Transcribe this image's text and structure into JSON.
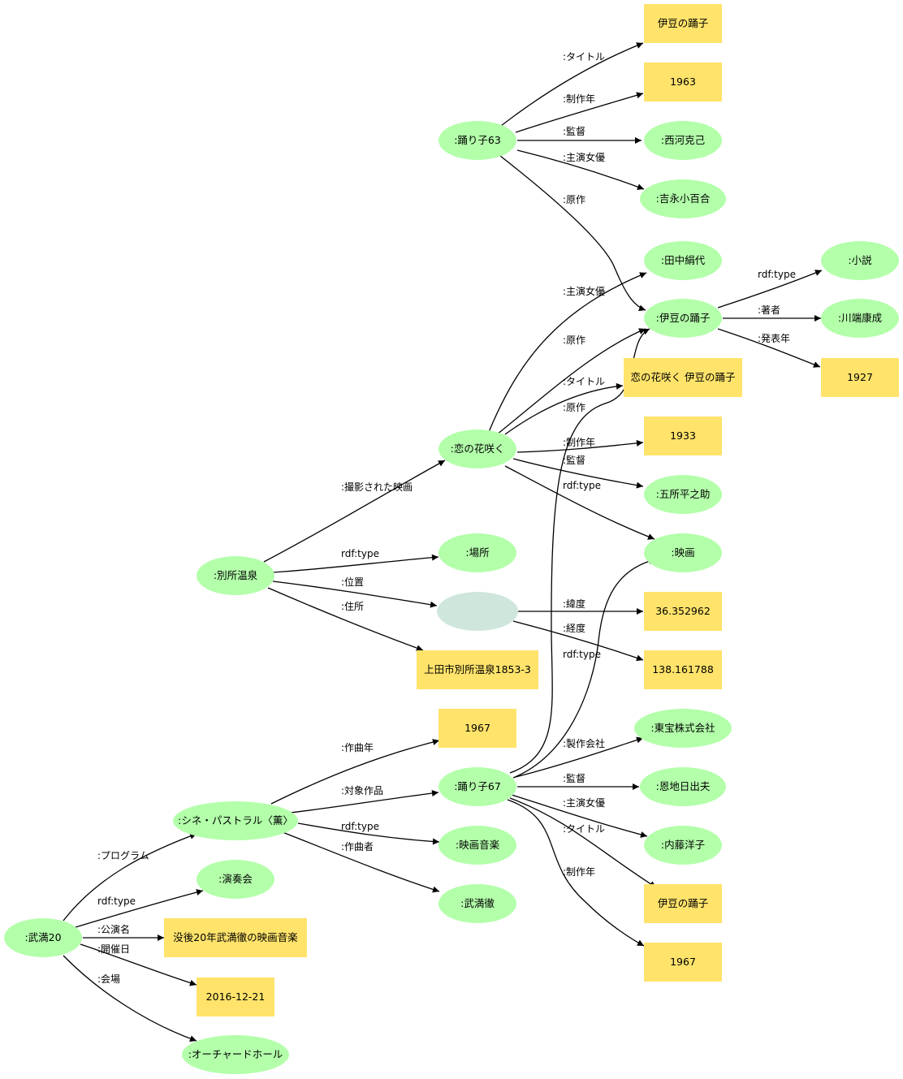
{
  "nodes": [
    {
      "id": "odoriko63",
      "label": ":踊り子63",
      "shape": "ellipse"
    },
    {
      "id": "izu_title63",
      "label": "伊豆の踊子",
      "shape": "box"
    },
    {
      "id": "y1963",
      "label": "1963",
      "shape": "box"
    },
    {
      "id": "nishikawa",
      "label": ":西河克己",
      "shape": "ellipse"
    },
    {
      "id": "yoshinaga",
      "label": ":吉永小百合",
      "shape": "ellipse"
    },
    {
      "id": "tanaka",
      "label": ":田中絹代",
      "shape": "ellipse"
    },
    {
      "id": "izu",
      "label": ":伊豆の踊子",
      "shape": "ellipse"
    },
    {
      "id": "shosetsu",
      "label": ":小説",
      "shape": "ellipse"
    },
    {
      "id": "kawabata",
      "label": ":川端康成",
      "shape": "ellipse"
    },
    {
      "id": "y1927",
      "label": "1927",
      "shape": "box"
    },
    {
      "id": "koinohana_title",
      "label": "恋の花咲く 伊豆の踊子",
      "shape": "box"
    },
    {
      "id": "koinohana",
      "label": ":恋の花咲く",
      "shape": "ellipse"
    },
    {
      "id": "y1933",
      "label": "1933",
      "shape": "box"
    },
    {
      "id": "gosho",
      "label": ":五所平之助",
      "shape": "ellipse"
    },
    {
      "id": "eiga",
      "label": ":映画",
      "shape": "ellipse"
    },
    {
      "id": "bessho",
      "label": ":別所温泉",
      "shape": "ellipse"
    },
    {
      "id": "basho",
      "label": ":場所",
      "shape": "ellipse"
    },
    {
      "id": "blank",
      "label": "",
      "shape": "blank"
    },
    {
      "id": "lat",
      "label": "36.352962",
      "shape": "box"
    },
    {
      "id": "lon",
      "label": "138.161788",
      "shape": "box"
    },
    {
      "id": "address",
      "label": "上田市別所温泉1853-3",
      "shape": "box"
    },
    {
      "id": "y1967a",
      "label": "1967",
      "shape": "box"
    },
    {
      "id": "toho",
      "label": ":東宝株式会社",
      "shape": "ellipse"
    },
    {
      "id": "cine",
      "label": ":シネ・パストラル〈薫〉",
      "shape": "ellipse"
    },
    {
      "id": "odoriko67",
      "label": ":踊り子67",
      "shape": "ellipse"
    },
    {
      "id": "onchi",
      "label": ":恩地日出夫",
      "shape": "ellipse"
    },
    {
      "id": "eigaongaku",
      "label": ":映画音楽",
      "shape": "ellipse"
    },
    {
      "id": "naito",
      "label": ":内藤洋子",
      "shape": "ellipse"
    },
    {
      "id": "takemitsu",
      "label": ":武満徹",
      "shape": "ellipse"
    },
    {
      "id": "izu_title67",
      "label": "伊豆の踊子",
      "shape": "box"
    },
    {
      "id": "ensokai",
      "label": ":演奏会",
      "shape": "ellipse"
    },
    {
      "id": "takemitsu20",
      "label": ":武満20",
      "shape": "ellipse"
    },
    {
      "id": "kouenmei",
      "label": "没後20年武満徹の映画音楽",
      "shape": "box"
    },
    {
      "id": "y1967b",
      "label": "1967",
      "shape": "box"
    },
    {
      "id": "date",
      "label": "2016-12-21",
      "shape": "box"
    },
    {
      "id": "hall",
      "label": ":オーチャードホール",
      "shape": "ellipse"
    }
  ],
  "edges": [
    {
      "from": "odoriko63",
      "to": "izu_title63",
      "label": ":タイトル"
    },
    {
      "from": "odoriko63",
      "to": "y1963",
      "label": ":制作年"
    },
    {
      "from": "odoriko63",
      "to": "nishikawa",
      "label": ":監督"
    },
    {
      "from": "odoriko63",
      "to": "yoshinaga",
      "label": ":主演女優"
    },
    {
      "from": "odoriko63",
      "to": "izu",
      "label": ":原作"
    },
    {
      "from": "izu",
      "to": "shosetsu",
      "label": "rdf:type"
    },
    {
      "from": "izu",
      "to": "kawabata",
      "label": ":著者"
    },
    {
      "from": "izu",
      "to": "y1927",
      "label": ":発表年"
    },
    {
      "from": "koinohana",
      "to": "tanaka",
      "label": ":主演女優"
    },
    {
      "from": "koinohana",
      "to": "izu",
      "label": ":原作"
    },
    {
      "from": "koinohana",
      "to": "koinohana_title",
      "label": ":タイトル"
    },
    {
      "from": "koinohana",
      "to": "y1933",
      "label": ":制作年"
    },
    {
      "from": "koinohana",
      "to": "gosho",
      "label": ":監督"
    },
    {
      "from": "koinohana",
      "to": "eiga",
      "label": "rdf:type"
    },
    {
      "from": "odoriko67",
      "to": "izu",
      "label": ":原作"
    },
    {
      "from": "odoriko67",
      "to": "eiga",
      "label": "rdf:type"
    },
    {
      "from": "bessho",
      "to": "koinohana",
      "label": ":撮影された映画"
    },
    {
      "from": "bessho",
      "to": "basho",
      "label": "rdf:type"
    },
    {
      "from": "bessho",
      "to": "blank",
      "label": ":位置"
    },
    {
      "from": "bessho",
      "to": "address",
      "label": ":住所"
    },
    {
      "from": "blank",
      "to": "lat",
      "label": ":緯度"
    },
    {
      "from": "blank",
      "to": "lon",
      "label": ":経度"
    },
    {
      "from": "odoriko67",
      "to": "toho",
      "label": ":製作会社"
    },
    {
      "from": "odoriko67",
      "to": "onchi",
      "label": ":監督"
    },
    {
      "from": "odoriko67",
      "to": "naito",
      "label": ":主演女優"
    },
    {
      "from": "odoriko67",
      "to": "izu_title67",
      "label": ":タイトル"
    },
    {
      "from": "odoriko67",
      "to": "y1967b",
      "label": ":制作年"
    },
    {
      "from": "cine",
      "to": "y1967a",
      "label": ":作曲年"
    },
    {
      "from": "cine",
      "to": "odoriko67",
      "label": ":対象作品"
    },
    {
      "from": "cine",
      "to": "eigaongaku",
      "label": "rdf:type"
    },
    {
      "from": "cine",
      "to": "takemitsu",
      "label": ":作曲者"
    },
    {
      "from": "takemitsu20",
      "to": "cine",
      "label": ":プログラム"
    },
    {
      "from": "takemitsu20",
      "to": "ensokai",
      "label": "rdf:type"
    },
    {
      "from": "takemitsu20",
      "to": "kouenmei",
      "label": ":公演名"
    },
    {
      "from": "takemitsu20",
      "to": "date",
      "label": ":開催日"
    },
    {
      "from": "takemitsu20",
      "to": "hall",
      "label": ":会場"
    }
  ]
}
